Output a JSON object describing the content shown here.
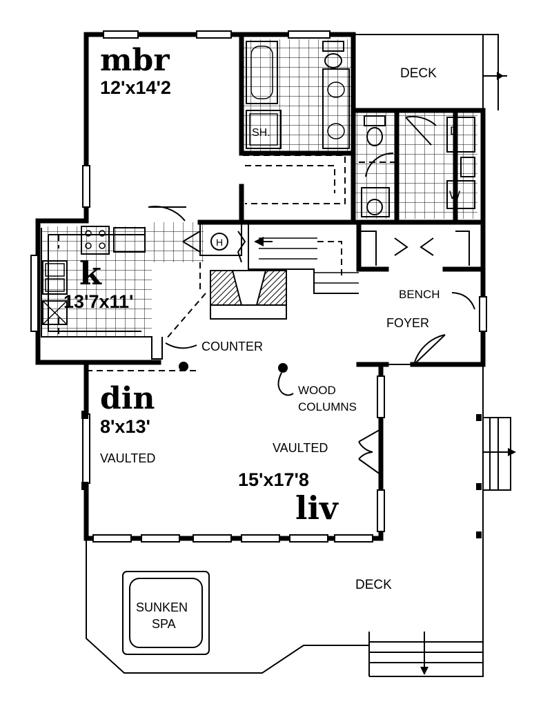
{
  "rooms": {
    "master_bedroom": {
      "name": "mbr",
      "dims": "12'x14'2"
    },
    "kitchen": {
      "name": "k",
      "dims": "13'7x11'"
    },
    "dining": {
      "name": "din",
      "dims": "8'x13'",
      "note": "VAULTED"
    },
    "living": {
      "name": "liv",
      "dims": "15'x17'8",
      "note": "VAULTED"
    }
  },
  "labels": {
    "deck_top": "DECK",
    "deck_bottom": "DECK",
    "shower": "SH.",
    "heater": "H",
    "dryer": "D",
    "washer": "W",
    "counter": "COUNTER",
    "bench": "BENCH",
    "foyer": "FOYER",
    "wood_columns_1": "WOOD",
    "wood_columns_2": "COLUMNS",
    "spa_1": "SUNKEN",
    "spa_2": "SPA",
    "range_x": "X"
  }
}
